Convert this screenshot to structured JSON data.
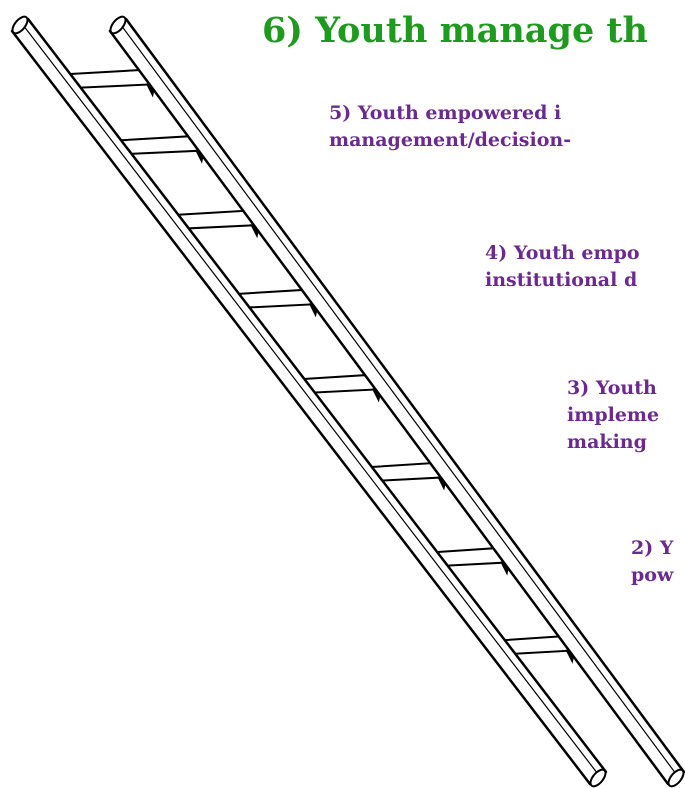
{
  "title": "6) Youth manage th",
  "steps": [
    {
      "id": 5,
      "lines": [
        "5) Youth empowered i",
        "management/decision-"
      ]
    },
    {
      "id": 4,
      "lines": [
        "4) Youth empo",
        "institutional d"
      ]
    },
    {
      "id": 3,
      "lines": [
        "3) Youth",
        "impleme",
        "making"
      ]
    },
    {
      "id": 2,
      "lines": [
        "2) Y",
        "pow"
      ]
    }
  ],
  "colors": {
    "title": "#1e9a1e",
    "steps": "#6b2a8e",
    "ladder_stroke": "#000000",
    "ladder_fill": "#ffffff"
  },
  "icons": [
    "ladder-illustration"
  ]
}
